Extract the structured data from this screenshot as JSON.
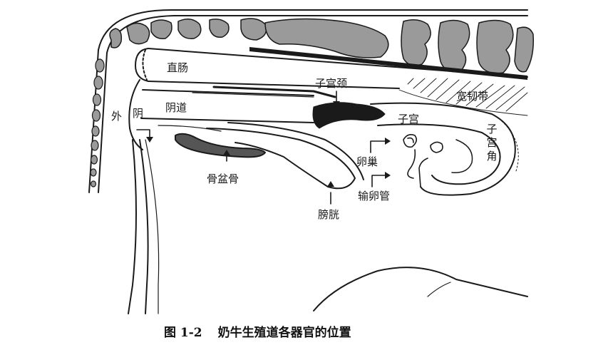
{
  "labels": {
    "rectum": "直肠",
    "cervix": "子宫颈",
    "broad_ligament": "宽韧带",
    "vagina": "阴道",
    "vulva_1": "外",
    "vulva_2": "阴",
    "uterus": "子宫",
    "uterine_horn": "子宫角",
    "ovary": "卵巢",
    "oviduct": "输卵管",
    "pelvic_bone": "骨盆骨",
    "bladder": "膀胱"
  },
  "caption": {
    "number": "图 1-2",
    "text": "奶牛生殖道各器官的位置"
  },
  "colors": {
    "ink": "#1a1a1a",
    "organ_fill": "#9a9a9a",
    "background": "#ffffff"
  }
}
